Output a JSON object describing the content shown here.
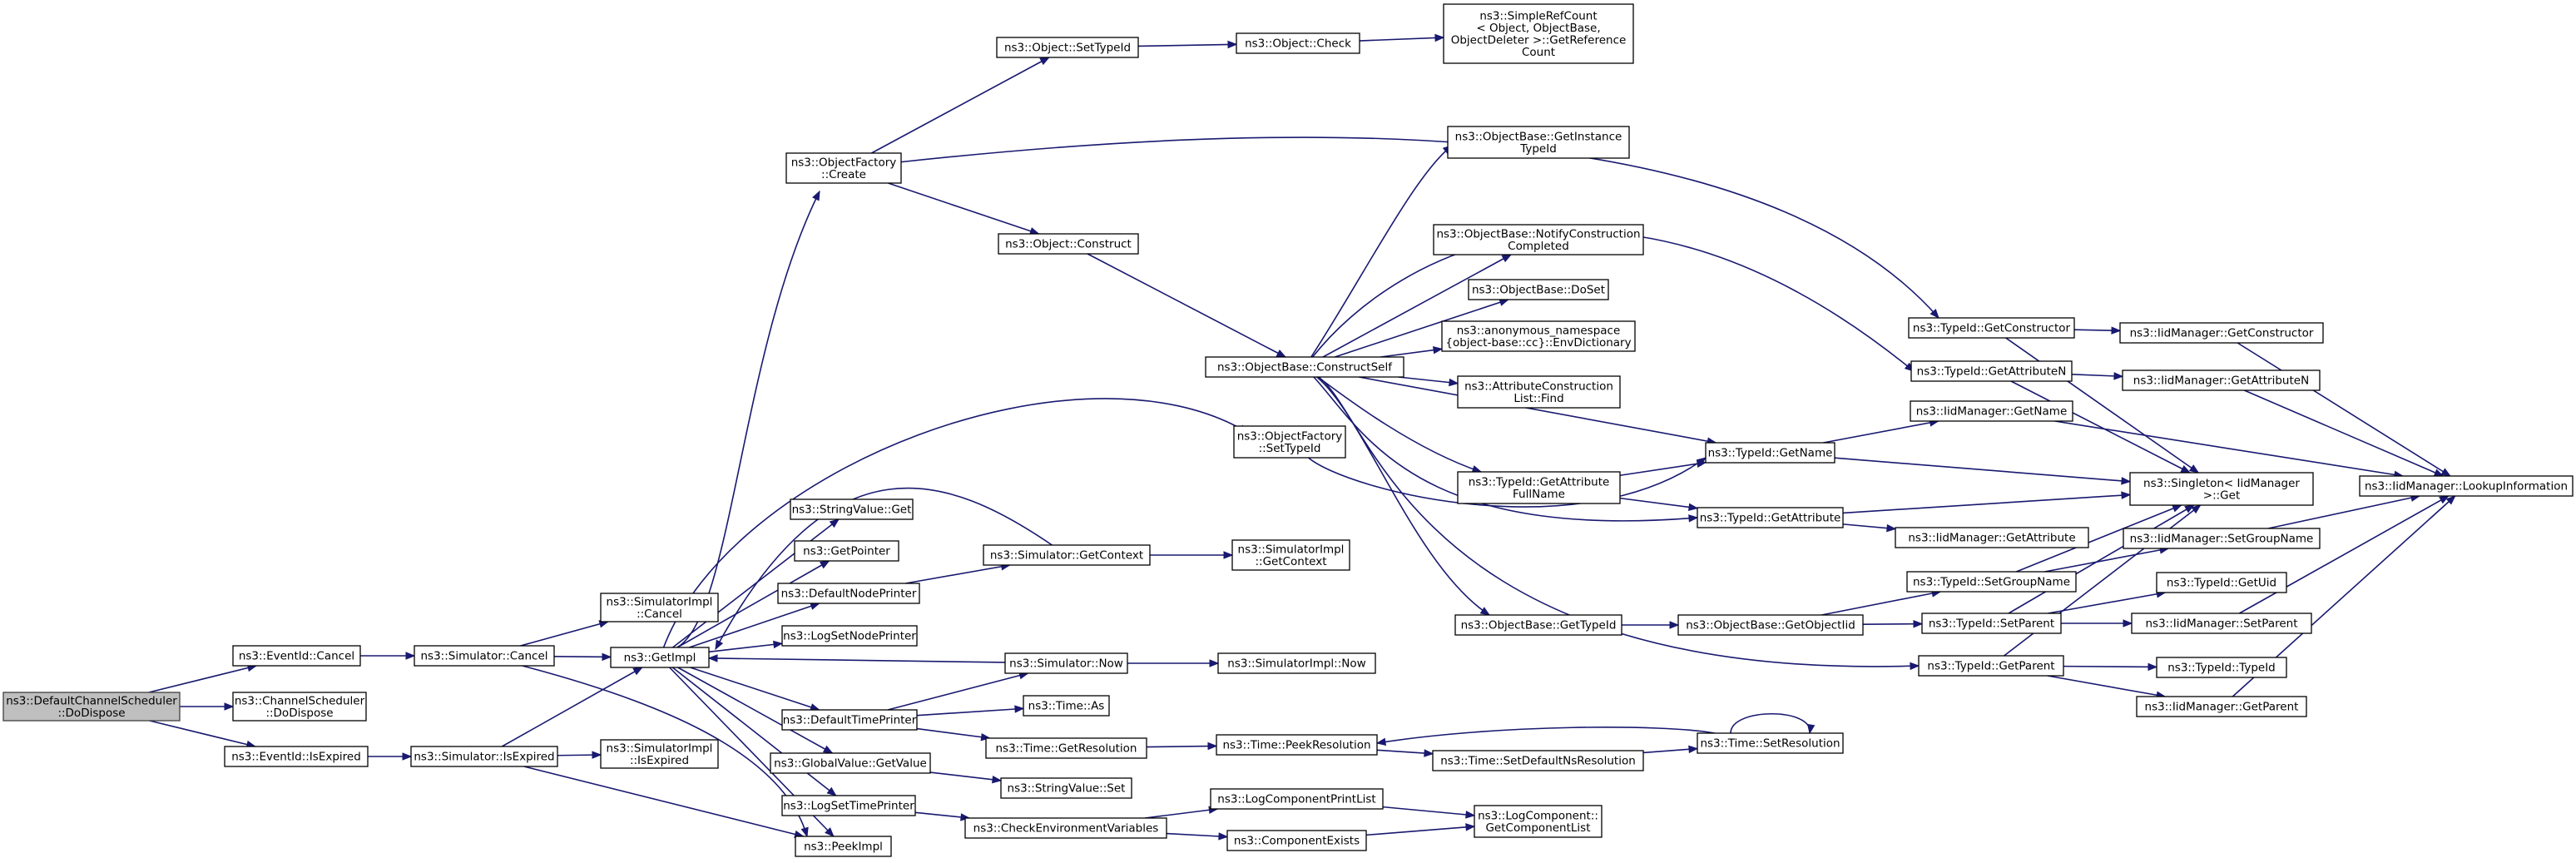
{
  "nodes": [
    {
      "id": "dcs_dodispose",
      "lines": [
        "ns3::DefaultChannelScheduler",
        "::DoDispose"
      ],
      "root": true
    },
    {
      "id": "eventid_cancel",
      "lines": [
        "ns3::EventId::Cancel"
      ]
    },
    {
      "id": "cs_dodispose",
      "lines": [
        "ns3::ChannelScheduler",
        "::DoDispose"
      ]
    },
    {
      "id": "eventid_isexpired",
      "lines": [
        "ns3::EventId::IsExpired"
      ]
    },
    {
      "id": "sim_cancel",
      "lines": [
        "ns3::Simulator::Cancel"
      ]
    },
    {
      "id": "sim_isexpired",
      "lines": [
        "ns3::Simulator::IsExpired"
      ]
    },
    {
      "id": "simimpl_cancel",
      "lines": [
        "ns3::SimulatorImpl",
        "::Cancel"
      ]
    },
    {
      "id": "getimpl",
      "lines": [
        "ns3::GetImpl"
      ]
    },
    {
      "id": "peekimpl",
      "lines": [
        "ns3::PeekImpl"
      ]
    },
    {
      "id": "simimpl_isexpired",
      "lines": [
        "ns3::SimulatorImpl",
        "::IsExpired"
      ]
    },
    {
      "id": "of_create",
      "lines": [
        "ns3::ObjectFactory",
        "::Create"
      ]
    },
    {
      "id": "stringvalue_get",
      "lines": [
        "ns3::StringValue::Get"
      ]
    },
    {
      "id": "getpointer",
      "lines": [
        "ns3::GetPointer"
      ]
    },
    {
      "id": "defaultnodeprinter",
      "lines": [
        "ns3::DefaultNodePrinter"
      ]
    },
    {
      "id": "logsetnodeprinter",
      "lines": [
        "ns3::LogSetNodePrinter"
      ]
    },
    {
      "id": "defaulttimeprinter",
      "lines": [
        "ns3::DefaultTimePrinter"
      ]
    },
    {
      "id": "globalvalue_getvalue",
      "lines": [
        "ns3::GlobalValue::GetValue"
      ]
    },
    {
      "id": "logsettimeprinter",
      "lines": [
        "ns3::LogSetTimePrinter"
      ]
    },
    {
      "id": "object_settypeid",
      "lines": [
        "ns3::Object::SetTypeId"
      ]
    },
    {
      "id": "object_construct",
      "lines": [
        "ns3::Object::Construct"
      ]
    },
    {
      "id": "sim_getcontext",
      "lines": [
        "ns3::Simulator::GetContext"
      ]
    },
    {
      "id": "sim_now",
      "lines": [
        "ns3::Simulator::Now"
      ]
    },
    {
      "id": "time_as",
      "lines": [
        "ns3::Time::As"
      ]
    },
    {
      "id": "time_getresolution",
      "lines": [
        "ns3::Time::GetResolution"
      ]
    },
    {
      "id": "stringvalue_set",
      "lines": [
        "ns3::StringValue::Set"
      ]
    },
    {
      "id": "checkenvvars",
      "lines": [
        "ns3::CheckEnvironmentVariables"
      ]
    },
    {
      "id": "object_check",
      "lines": [
        "ns3::Object::Check"
      ]
    },
    {
      "id": "objectbase_constructself",
      "lines": [
        "ns3::ObjectBase::ConstructSelf"
      ]
    },
    {
      "id": "of_settypeid",
      "lines": [
        "ns3::ObjectFactory",
        "::SetTypeId"
      ]
    },
    {
      "id": "simimpl_getcontext",
      "lines": [
        "ns3::SimulatorImpl",
        "::GetContext"
      ]
    },
    {
      "id": "simimpl_now",
      "lines": [
        "ns3::SimulatorImpl::Now"
      ]
    },
    {
      "id": "time_peekresolution",
      "lines": [
        "ns3::Time::PeekResolution"
      ]
    },
    {
      "id": "logcomponentprintlist",
      "lines": [
        "ns3::LogComponentPrintList"
      ]
    },
    {
      "id": "componentexists",
      "lines": [
        "ns3::ComponentExists"
      ]
    },
    {
      "id": "simplerefcount",
      "lines": [
        "ns3::SimpleRefCount",
        "< Object, ObjectBase,",
        " ObjectDeleter >::GetReference",
        "Count"
      ]
    },
    {
      "id": "ob_getinstancetypeid",
      "lines": [
        "ns3::ObjectBase::GetInstance",
        "TypeId"
      ]
    },
    {
      "id": "ob_notifyconstructioncompleted",
      "lines": [
        "ns3::ObjectBase::NotifyConstruction",
        "Completed"
      ]
    },
    {
      "id": "ob_doset",
      "lines": [
        "ns3::ObjectBase::DoSet"
      ]
    },
    {
      "id": "anon_envdictionary",
      "lines": [
        "ns3::anonymous_namespace",
        "{object-base::cc}::EnvDictionary"
      ]
    },
    {
      "id": "attrconstructionlist_find",
      "lines": [
        "ns3::AttributeConstruction",
        "List::Find"
      ]
    },
    {
      "id": "typeid_getattributefullname",
      "lines": [
        "ns3::TypeId::GetAttribute",
        "FullName"
      ]
    },
    {
      "id": "ob_gettypeid",
      "lines": [
        "ns3::ObjectBase::GetTypeId"
      ]
    },
    {
      "id": "ob_getobjectiid",
      "lines": [
        "ns3::ObjectBase::GetObjectIid"
      ]
    },
    {
      "id": "time_setdefaultnsresolution",
      "lines": [
        "ns3::Time::SetDefaultNsResolution"
      ]
    },
    {
      "id": "logcomponent_getcomponentlist",
      "lines": [
        "ns3::LogComponent::",
        "GetComponentList"
      ]
    },
    {
      "id": "typeid_getconstructor",
      "lines": [
        "ns3::TypeId::GetConstructor"
      ]
    },
    {
      "id": "typeid_getattributen",
      "lines": [
        "ns3::TypeId::GetAttributeN"
      ]
    },
    {
      "id": "typeid_getname",
      "lines": [
        "ns3::TypeId::GetName"
      ]
    },
    {
      "id": "typeid_getattribute",
      "lines": [
        "ns3::TypeId::GetAttribute"
      ]
    },
    {
      "id": "typeid_setgroupname",
      "lines": [
        "ns3::TypeId::SetGroupName"
      ]
    },
    {
      "id": "typeid_setparent",
      "lines": [
        "ns3::TypeId::SetParent"
      ]
    },
    {
      "id": "typeid_getparent",
      "lines": [
        "ns3::TypeId::GetParent"
      ]
    },
    {
      "id": "time_setresolution",
      "lines": [
        "ns3::Time::SetResolution"
      ]
    },
    {
      "id": "iid_getconstructor",
      "lines": [
        "ns3::IidManager::GetConstructor"
      ]
    },
    {
      "id": "iid_getattributen",
      "lines": [
        "ns3::IidManager::GetAttributeN"
      ]
    },
    {
      "id": "iid_getname",
      "lines": [
        "ns3::IidManager::GetName"
      ]
    },
    {
      "id": "singleton_get",
      "lines": [
        "ns3::Singleton< IidManager",
        " >::Get"
      ]
    },
    {
      "id": "iid_getattribute",
      "lines": [
        "ns3::IidManager::GetAttribute"
      ]
    },
    {
      "id": "iid_setgroupname",
      "lines": [
        "ns3::IidManager::SetGroupName"
      ]
    },
    {
      "id": "typeid_getuid",
      "lines": [
        "ns3::TypeId::GetUid"
      ]
    },
    {
      "id": "iid_setparent",
      "lines": [
        "ns3::IidManager::SetParent"
      ]
    },
    {
      "id": "typeid_typeid",
      "lines": [
        "ns3::TypeId::TypeId"
      ]
    },
    {
      "id": "iid_getparent",
      "lines": [
        "ns3::IidManager::GetParent"
      ]
    },
    {
      "id": "iid_lookupinformation",
      "lines": [
        "ns3::IidManager::LookupInformation"
      ]
    }
  ],
  "edges": [
    [
      "dcs_dodispose",
      "eventid_cancel"
    ],
    [
      "dcs_dodispose",
      "cs_dodispose"
    ],
    [
      "dcs_dodispose",
      "eventid_isexpired"
    ],
    [
      "eventid_cancel",
      "sim_cancel"
    ],
    [
      "eventid_isexpired",
      "sim_isexpired"
    ],
    [
      "sim_cancel",
      "simimpl_cancel"
    ],
    [
      "sim_cancel",
      "getimpl"
    ],
    [
      "sim_cancel",
      "peekimpl"
    ],
    [
      "sim_isexpired",
      "getimpl"
    ],
    [
      "sim_isexpired",
      "simimpl_isexpired"
    ],
    [
      "sim_isexpired",
      "peekimpl"
    ],
    [
      "getimpl",
      "of_create"
    ],
    [
      "getimpl",
      "of_settypeid"
    ],
    [
      "getimpl",
      "stringvalue_get"
    ],
    [
      "getimpl",
      "getpointer"
    ],
    [
      "getimpl",
      "defaultnodeprinter"
    ],
    [
      "getimpl",
      "logsetnodeprinter"
    ],
    [
      "getimpl",
      "defaulttimeprinter"
    ],
    [
      "getimpl",
      "globalvalue_getvalue"
    ],
    [
      "getimpl",
      "logsettimeprinter"
    ],
    [
      "getimpl",
      "peekimpl"
    ],
    [
      "sim_getcontext",
      "getimpl"
    ],
    [
      "sim_now",
      "getimpl"
    ],
    [
      "of_create",
      "object_settypeid"
    ],
    [
      "of_create",
      "object_construct"
    ],
    [
      "of_create",
      "typeid_getconstructor"
    ],
    [
      "object_settypeid",
      "object_check"
    ],
    [
      "object_check",
      "simplerefcount"
    ],
    [
      "object_construct",
      "objectbase_constructself"
    ],
    [
      "defaultnodeprinter",
      "sim_getcontext"
    ],
    [
      "sim_getcontext",
      "simimpl_getcontext"
    ],
    [
      "defaulttimeprinter",
      "sim_now"
    ],
    [
      "defaulttimeprinter",
      "time_as"
    ],
    [
      "defaulttimeprinter",
      "time_getresolution"
    ],
    [
      "sim_now",
      "simimpl_now"
    ],
    [
      "time_getresolution",
      "time_peekresolution"
    ],
    [
      "globalvalue_getvalue",
      "stringvalue_set"
    ],
    [
      "logsettimeprinter",
      "checkenvvars"
    ],
    [
      "checkenvvars",
      "logcomponentprintlist"
    ],
    [
      "checkenvvars",
      "componentexists"
    ],
    [
      "logcomponentprintlist",
      "logcomponent_getcomponentlist"
    ],
    [
      "componentexists",
      "logcomponent_getcomponentlist"
    ],
    [
      "of_settypeid",
      "typeid_getname"
    ],
    [
      "objectbase_constructself",
      "ob_getinstancetypeid"
    ],
    [
      "objectbase_constructself",
      "ob_notifyconstructioncompleted"
    ],
    [
      "objectbase_constructself",
      "ob_doset"
    ],
    [
      "objectbase_constructself",
      "anon_envdictionary"
    ],
    [
      "objectbase_constructself",
      "attrconstructionlist_find"
    ],
    [
      "objectbase_constructself",
      "typeid_getattributen"
    ],
    [
      "objectbase_constructself",
      "typeid_getname"
    ],
    [
      "objectbase_constructself",
      "typeid_getattributefullname"
    ],
    [
      "objectbase_constructself",
      "typeid_getattribute"
    ],
    [
      "objectbase_constructself",
      "ob_gettypeid"
    ],
    [
      "objectbase_constructself",
      "typeid_getparent"
    ],
    [
      "typeid_getattributefullname",
      "typeid_getname"
    ],
    [
      "typeid_getattributefullname",
      "typeid_getattribute"
    ],
    [
      "ob_gettypeid",
      "ob_getobjectiid"
    ],
    [
      "ob_getobjectiid",
      "typeid_setgroupname"
    ],
    [
      "ob_getobjectiid",
      "typeid_setparent"
    ],
    [
      "time_peekresolution",
      "time_setdefaultnsresolution"
    ],
    [
      "time_setdefaultnsresolution",
      "time_setresolution"
    ],
    [
      "time_setresolution",
      "time_peekresolution"
    ],
    [
      "time_setresolution",
      "time_setresolution"
    ],
    [
      "typeid_getconstructor",
      "iid_getconstructor"
    ],
    [
      "typeid_getconstructor",
      "singleton_get"
    ],
    [
      "typeid_getattributen",
      "iid_getattributen"
    ],
    [
      "typeid_getattributen",
      "singleton_get"
    ],
    [
      "typeid_getname",
      "iid_getname"
    ],
    [
      "typeid_getname",
      "singleton_get"
    ],
    [
      "typeid_getattribute",
      "singleton_get"
    ],
    [
      "typeid_getattribute",
      "iid_getattribute"
    ],
    [
      "typeid_setgroupname",
      "singleton_get"
    ],
    [
      "typeid_setgroupname",
      "iid_setgroupname"
    ],
    [
      "typeid_setparent",
      "singleton_get"
    ],
    [
      "typeid_setparent",
      "typeid_getuid"
    ],
    [
      "typeid_setparent",
      "iid_setparent"
    ],
    [
      "typeid_getparent",
      "singleton_get"
    ],
    [
      "typeid_getparent",
      "typeid_typeid"
    ],
    [
      "typeid_getparent",
      "iid_getparent"
    ],
    [
      "iid_getconstructor",
      "iid_lookupinformation"
    ],
    [
      "iid_getattributen",
      "iid_lookupinformation"
    ],
    [
      "iid_getname",
      "iid_lookupinformation"
    ],
    [
      "iid_setgroupname",
      "iid_lookupinformation"
    ],
    [
      "iid_setparent",
      "iid_lookupinformation"
    ],
    [
      "iid_getparent",
      "iid_lookupinformation"
    ]
  ]
}
